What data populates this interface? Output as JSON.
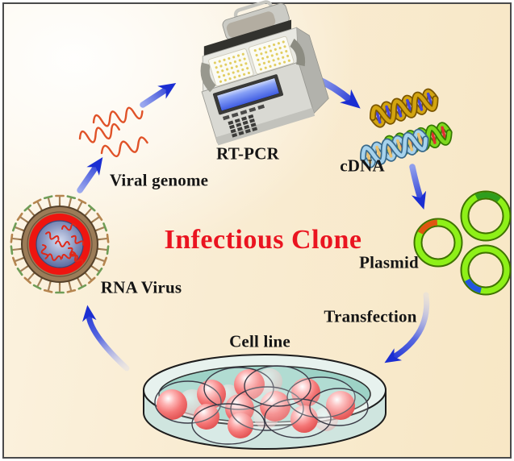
{
  "title": {
    "text": "Infectious Clone",
    "color": "#ea1420"
  },
  "labels": {
    "rna_virus": "RNA Virus",
    "viral_genome": "Viral genome",
    "rt_pcr": "RT-PCR",
    "cdna": "cDNA",
    "plasmid": "Plasmid",
    "transfection": "Transfection",
    "cell_line": "Cell line"
  },
  "flow_sequence": [
    "RNA Virus",
    "Viral genome",
    "RT-PCR",
    "cDNA",
    "Plasmid",
    "Transfection",
    "Cell line",
    "RNA Virus"
  ],
  "colors": {
    "arrow_blue": "#1b2ed2",
    "title_red": "#ea1420",
    "plasmid_ring_green": "#8ef018",
    "plasmid_insert_red": "#e05510",
    "plasmid_insert_green": "#2f9e1e",
    "plasmid_insert_blue": "#2255e0",
    "virus_capsid_red": "#ee1510",
    "virus_envelope_tan": "#9b7c58",
    "rna_orange": "#e05228",
    "cell_red": "#f35050",
    "dish_teal": "#9dd2c6",
    "background_peach": "#f8e7c5"
  }
}
